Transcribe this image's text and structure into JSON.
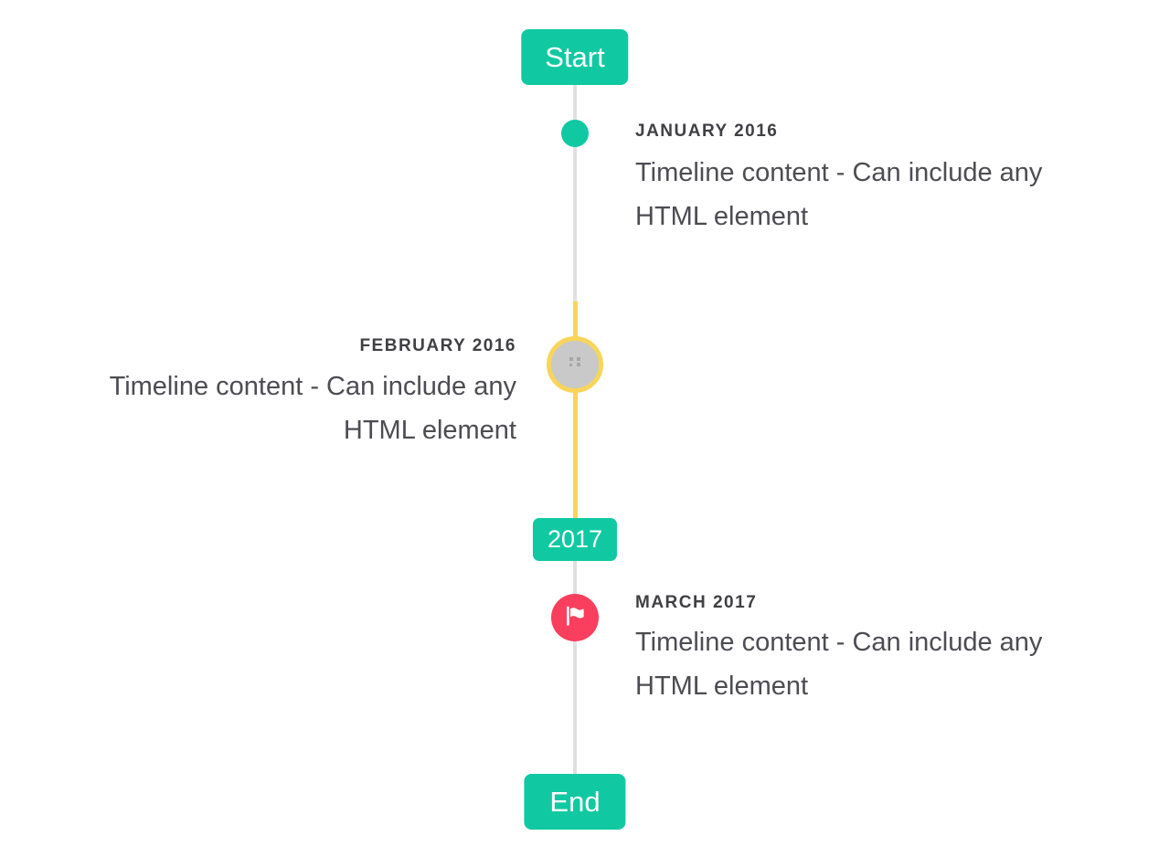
{
  "colors": {
    "accent": "#10c9a2",
    "marker-red": "#fa3e5e",
    "marker-yellow": "#f8d55a",
    "line-gray": "#e0e0e0",
    "image-gray": "#c9c9c9",
    "title-text": "#3f3f44",
    "content-text": "#4c4c52"
  },
  "flags": {
    "start": "Start",
    "year": "2017",
    "end": "End"
  },
  "items": [
    {
      "date": "JANUARY 2016",
      "content": "Timeline content - Can include any HTML element",
      "side": "right",
      "marker": "teal-dot"
    },
    {
      "date": "FEBRUARY 2016",
      "content": "Timeline content - Can include any HTML element",
      "side": "left",
      "marker": "image-placeholder-with-yellow-ring"
    },
    {
      "date": "MARCH 2017",
      "content": "Timeline content - Can include any HTML element",
      "side": "right",
      "marker": "red-flag-circle"
    }
  ]
}
